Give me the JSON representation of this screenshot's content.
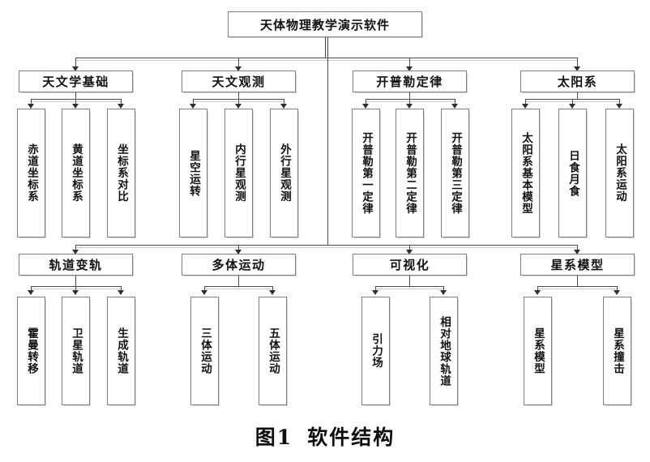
{
  "figure": {
    "caption_label": "图1",
    "caption_title": "软件结构"
  },
  "root": {
    "label": "天体物理教学演示软件"
  },
  "sections": [
    {
      "label": "天文学基础",
      "children": [
        {
          "label": "赤道坐标系"
        },
        {
          "label": "黄道坐标系"
        },
        {
          "label": "坐标系对比"
        }
      ]
    },
    {
      "label": "天文观测",
      "children": [
        {
          "label": "星空运转"
        },
        {
          "label": "内行星观测"
        },
        {
          "label": "外行星观测"
        }
      ]
    },
    {
      "label": "开普勒定律",
      "children": [
        {
          "label": "开普勒第一定律"
        },
        {
          "label": "开普勒第二定律"
        },
        {
          "label": "开普勒第三定律"
        }
      ]
    },
    {
      "label": "太阳系",
      "children": [
        {
          "label": "太阳系基本模型"
        },
        {
          "label": "日食月食"
        },
        {
          "label": "太阳系运动"
        }
      ]
    },
    {
      "label": "轨道变轨",
      "children": [
        {
          "label": "霍曼转移"
        },
        {
          "label": "卫星轨道"
        },
        {
          "label": "生成轨道"
        }
      ]
    },
    {
      "label": "多体运动",
      "children": [
        {
          "label": "三体运动"
        },
        {
          "label": "五体运动"
        }
      ]
    },
    {
      "label": "可视化",
      "children": [
        {
          "label": "引力场"
        },
        {
          "label": "相对地球轨道"
        }
      ]
    },
    {
      "label": "星系模型",
      "children": [
        {
          "label": "星系模型"
        },
        {
          "label": "星系撞击"
        }
      ]
    }
  ],
  "colors": {
    "box_border": "#808080",
    "line": "#4a4a4a",
    "background": "#ffffff",
    "text": "#111111"
  }
}
